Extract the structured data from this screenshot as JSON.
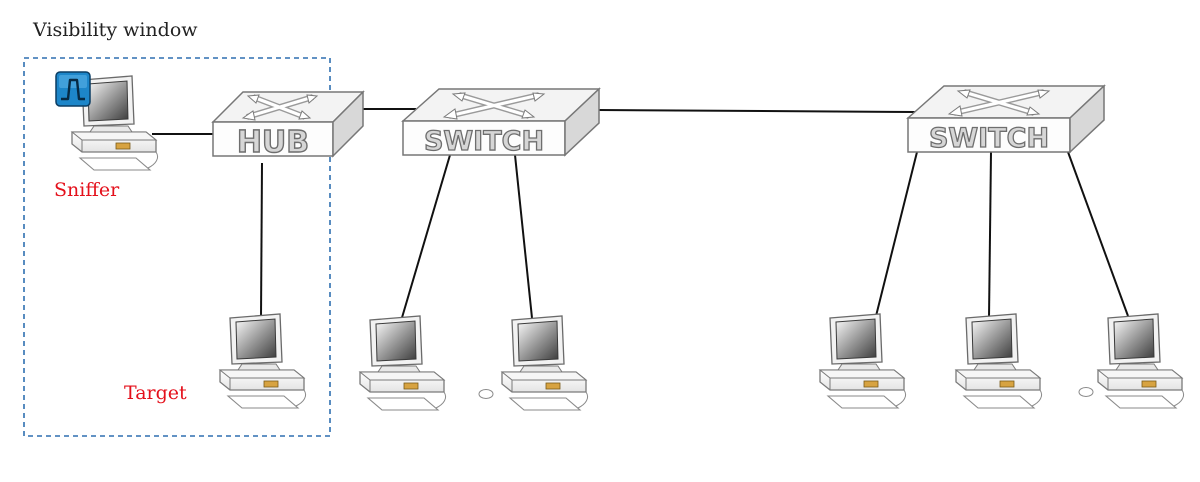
{
  "window_label": "Visibility window",
  "devices": {
    "hub_label": "HUB",
    "switch_label": "SWITCH",
    "sniffer_label": "Sniffer",
    "target_label": "Target"
  },
  "colors": {
    "label_red": "#e4101b",
    "window_border": "#2f6fb0",
    "device_stroke": "#8a8a8a",
    "link": "#111111"
  },
  "icons": [
    "sniffer-app-icon",
    "hub-icon",
    "switch-icon",
    "computer-icon"
  ]
}
